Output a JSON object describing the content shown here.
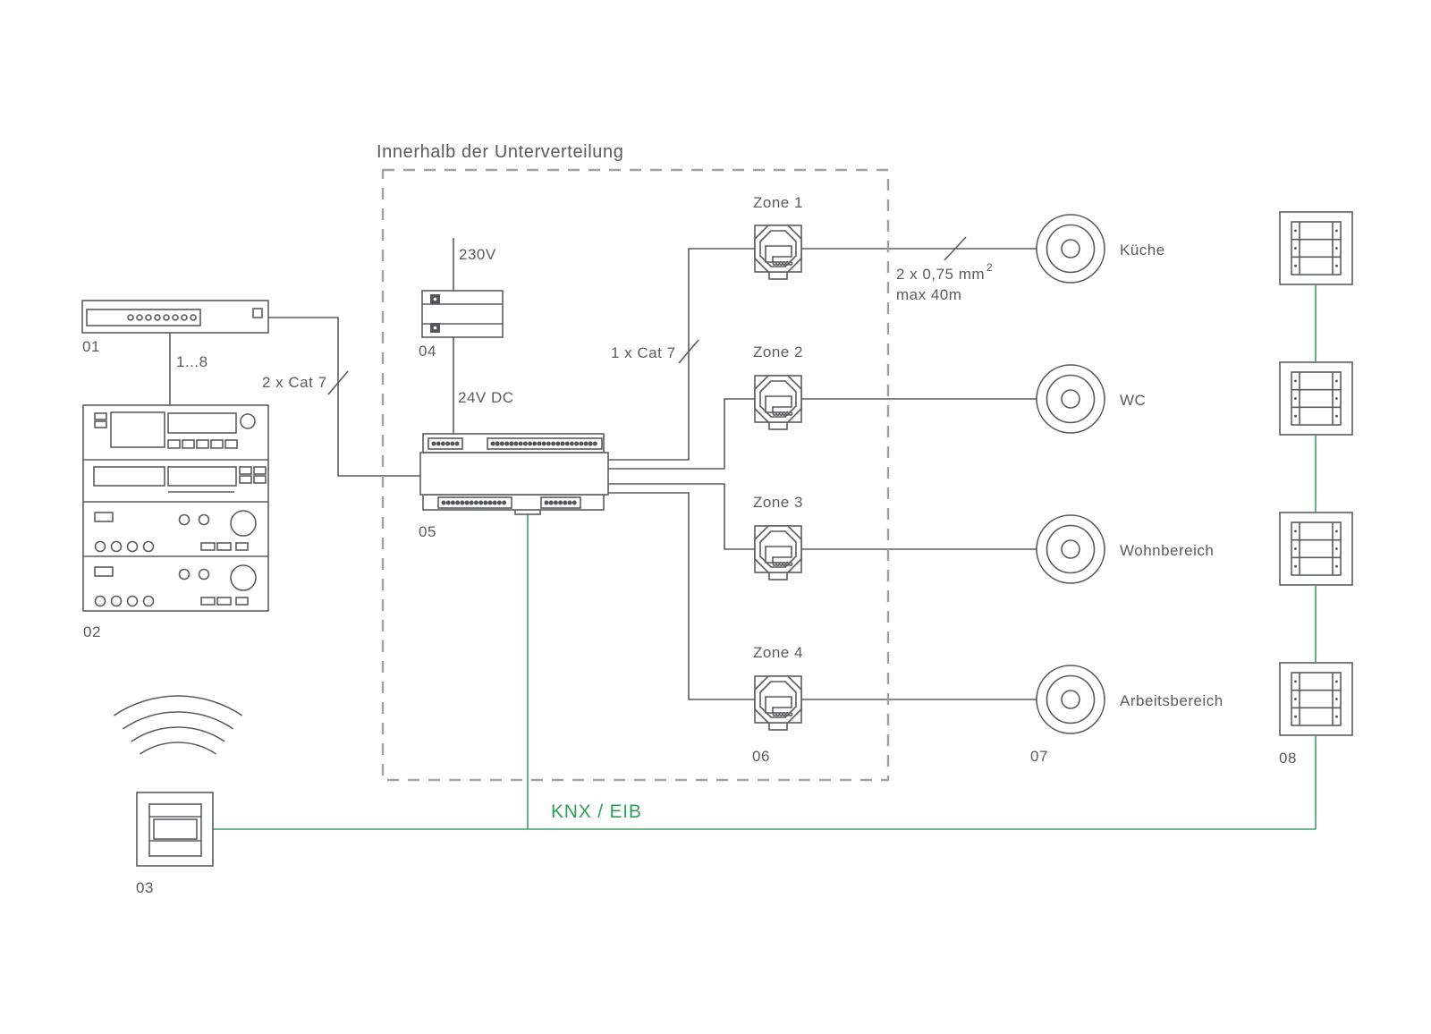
{
  "diagram": {
    "title": "Innerhalb der Unterverteilung",
    "bus": {
      "label": "KNX / EIB",
      "color": "#2f9e5b"
    },
    "colors": {
      "line_gray": "#5a5b60",
      "accent_green": "#2f9e5b",
      "dashed_border_gray": "#a2a2a2",
      "text_gray": "#5a5b5e"
    },
    "device_labels": {
      "source": "01",
      "hifi": "02",
      "wireless_transmitter": "03",
      "power_supply": "04",
      "multiroom_amp": "05",
      "zone_outlets": "06",
      "speakers": "07",
      "keypads": "08"
    },
    "wire_labels": {
      "channels": "1...8",
      "cat7_double": "2 x Cat 7",
      "cat7_single": "1 x Cat 7",
      "mains": "230V",
      "dc": "24V DC",
      "speaker_cable": "2 x 0,75 mm",
      "speaker_cable_sup": "2",
      "speaker_cable_max": "max 40m"
    },
    "zones": [
      {
        "zone": "Zone 1",
        "room": "Küche"
      },
      {
        "zone": "Zone 2",
        "room": "WC"
      },
      {
        "zone": "Zone 3",
        "room": "Wohnbereich"
      },
      {
        "zone": "Zone 4",
        "room": "Arbeitsbereich"
      }
    ]
  }
}
